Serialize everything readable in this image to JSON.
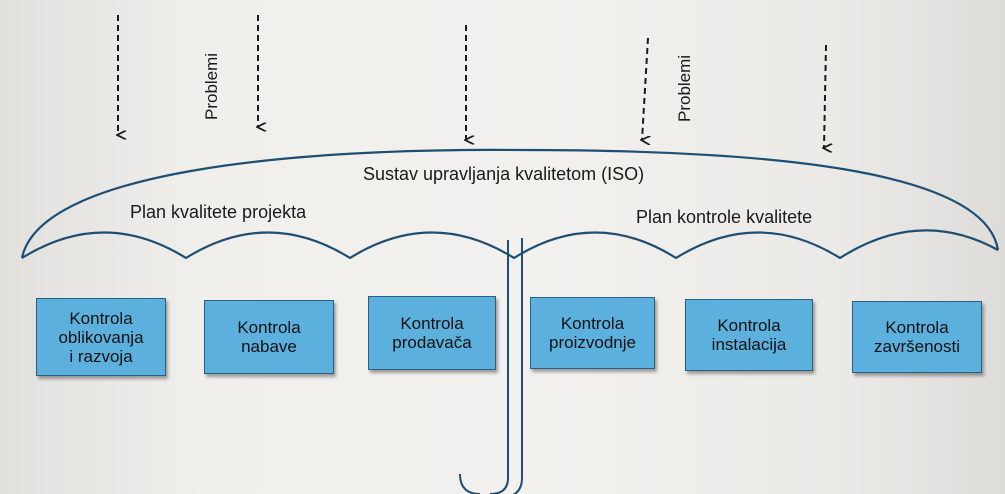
{
  "diagram": {
    "umbrella_title": "Sustav upravljanja kvalitetom (ISO)",
    "left_plan": "Plan kvalitete projekta",
    "right_plan": "Plan kontrole kvalitete",
    "problem_labels": [
      "Problemi",
      "Problemi"
    ],
    "boxes": [
      {
        "line1": "Kontrola",
        "line2": "oblikovanja",
        "line3": "i razvoja"
      },
      {
        "line1": "Kontrola",
        "line2": "nabave",
        "line3": ""
      },
      {
        "line1": "Kontrola",
        "line2": "prodavača",
        "line3": ""
      },
      {
        "line1": "Kontrola",
        "line2": "proizvodnje",
        "line3": ""
      },
      {
        "line1": "Kontrola",
        "line2": "instalacija",
        "line3": ""
      },
      {
        "line1": "Kontrola",
        "line2": "završenosti",
        "line3": ""
      }
    ],
    "colors": {
      "box_fill": "#5bb0dd",
      "box_border": "#2d5f85",
      "umbrella_line": "#1e4f73",
      "text": "#1a1a1a"
    }
  }
}
